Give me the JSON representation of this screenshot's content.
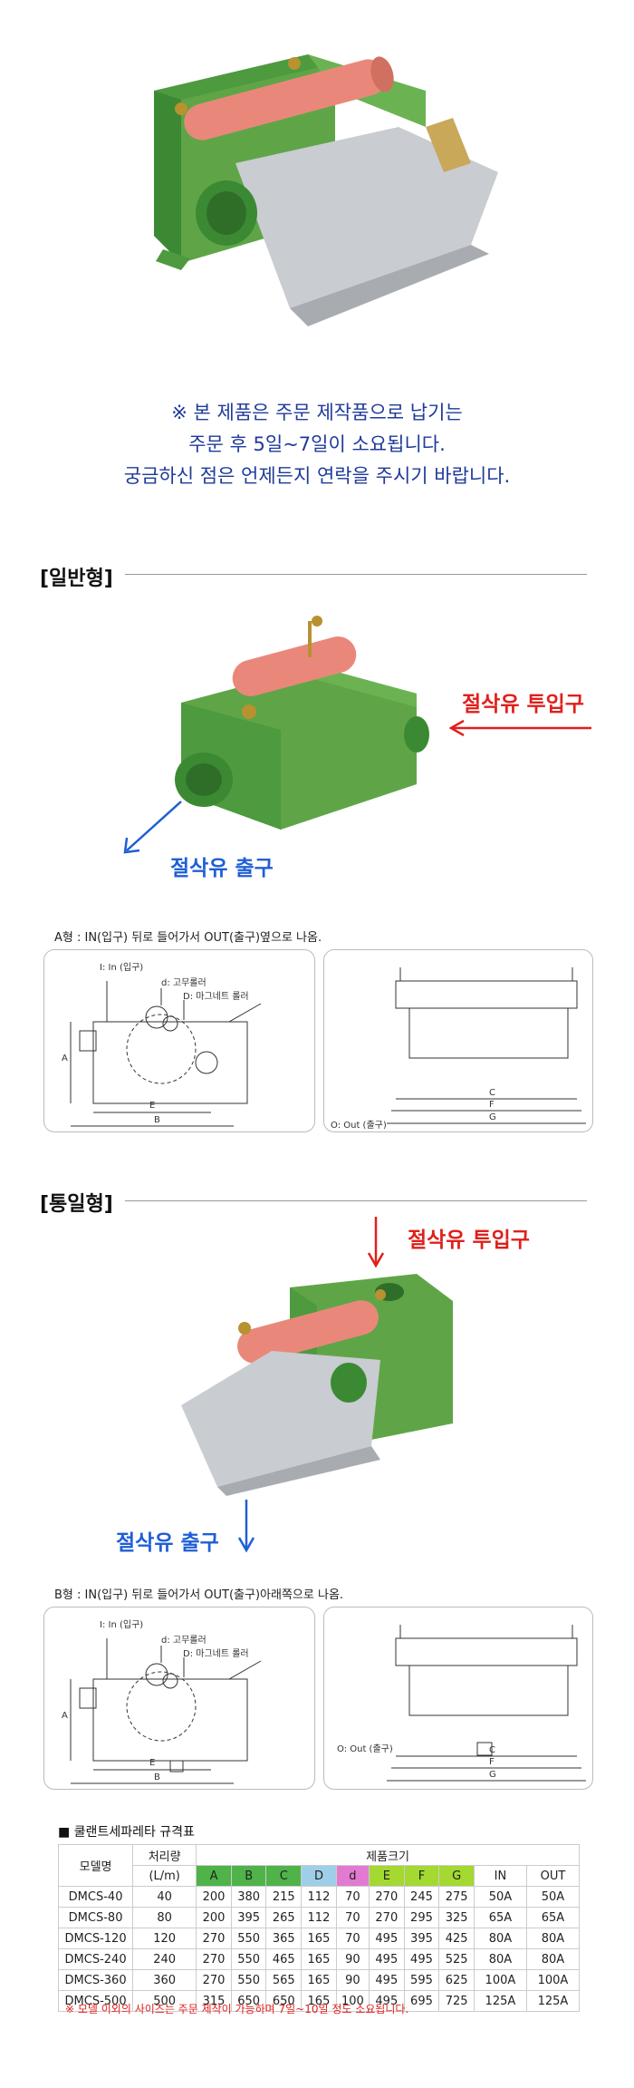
{
  "notice": {
    "line1": "※ 본 제품은 주문 제작품으로 납기는",
    "line2": "주문 후 5일~7일이 소요됩니다.",
    "line3": "궁금하신 점은 언제든지 연락을 주시기 바랍니다."
  },
  "section_a": {
    "title": "[일반형]",
    "inlet_label": "절삭유 투입구",
    "outlet_label": "절삭유 출구",
    "caption": "A형 :  IN(입구) 뒤로 들어가서 OUT(출구)옆으로 나옴.",
    "dim_in": "I: In  (입구)",
    "dim_rubber": "d: 고무롤러",
    "dim_magnet": "D: 마그네트  롤러",
    "dim_out": "O: Out  (출구)",
    "A": "A",
    "B": "B",
    "C": "C",
    "E": "E",
    "F": "F",
    "G": "G"
  },
  "section_b": {
    "title": "[통일형]",
    "inlet_label": "절삭유 투입구",
    "outlet_label": "절삭유 출구",
    "caption": "B형 :  IN(입구) 뒤로 들어가서 OUT(출구)아래쪽으로 나옴.",
    "dim_in": "I: In  (입구)",
    "dim_rubber": "d: 고무롤러",
    "dim_magnet": "D: 마그네트  롤러",
    "dim_out": "O: Out  (출구)",
    "A": "A",
    "B": "B",
    "C": "C",
    "E": "E",
    "F": "F",
    "G": "G"
  },
  "spec": {
    "title": "■  쿨랜트세파레타  규격표",
    "col_model": "모델명",
    "col_flow": "처리량",
    "col_flow_unit": "(L/m)",
    "col_size": "제품크기",
    "dims": [
      "A",
      "B",
      "C",
      "D",
      "d",
      "E",
      "F",
      "G"
    ],
    "dim_colors": [
      "#4fb34a",
      "#4fb34a",
      "#4fb34a",
      "#9fcfe8",
      "#e37ad1",
      "#a3d930",
      "#a3d930",
      "#a3d930"
    ],
    "col_in": "IN",
    "col_out": "OUT",
    "rows": [
      [
        "DMCS-40",
        "40",
        "200",
        "380",
        "215",
        "112",
        "70",
        "270",
        "245",
        "275",
        "50A",
        "50A"
      ],
      [
        "DMCS-80",
        "80",
        "200",
        "395",
        "265",
        "112",
        "70",
        "270",
        "295",
        "325",
        "65A",
        "65A"
      ],
      [
        "DMCS-120",
        "120",
        "270",
        "550",
        "365",
        "165",
        "70",
        "495",
        "395",
        "425",
        "80A",
        "80A"
      ],
      [
        "DMCS-240",
        "240",
        "270",
        "550",
        "465",
        "165",
        "90",
        "495",
        "495",
        "525",
        "80A",
        "80A"
      ],
      [
        "DMCS-360",
        "360",
        "270",
        "550",
        "565",
        "165",
        "90",
        "495",
        "595",
        "625",
        "100A",
        "100A"
      ],
      [
        "DMCS-500",
        "500",
        "315",
        "650",
        "650",
        "165",
        "100",
        "495",
        "695",
        "725",
        "125A",
        "125A"
      ]
    ],
    "note": "※ 모델 이외의 사이즈는  주문 제작이 가능하며 7일~10일 정도 소요됩니다."
  },
  "colors": {
    "machine_green": "#5fa548",
    "roller_pink": "#e9887a",
    "steel": "#c9ccd0",
    "notice_blue": "#1f3a9a",
    "accent_red": "#e0201b",
    "accent_blue": "#1f5fd6"
  }
}
